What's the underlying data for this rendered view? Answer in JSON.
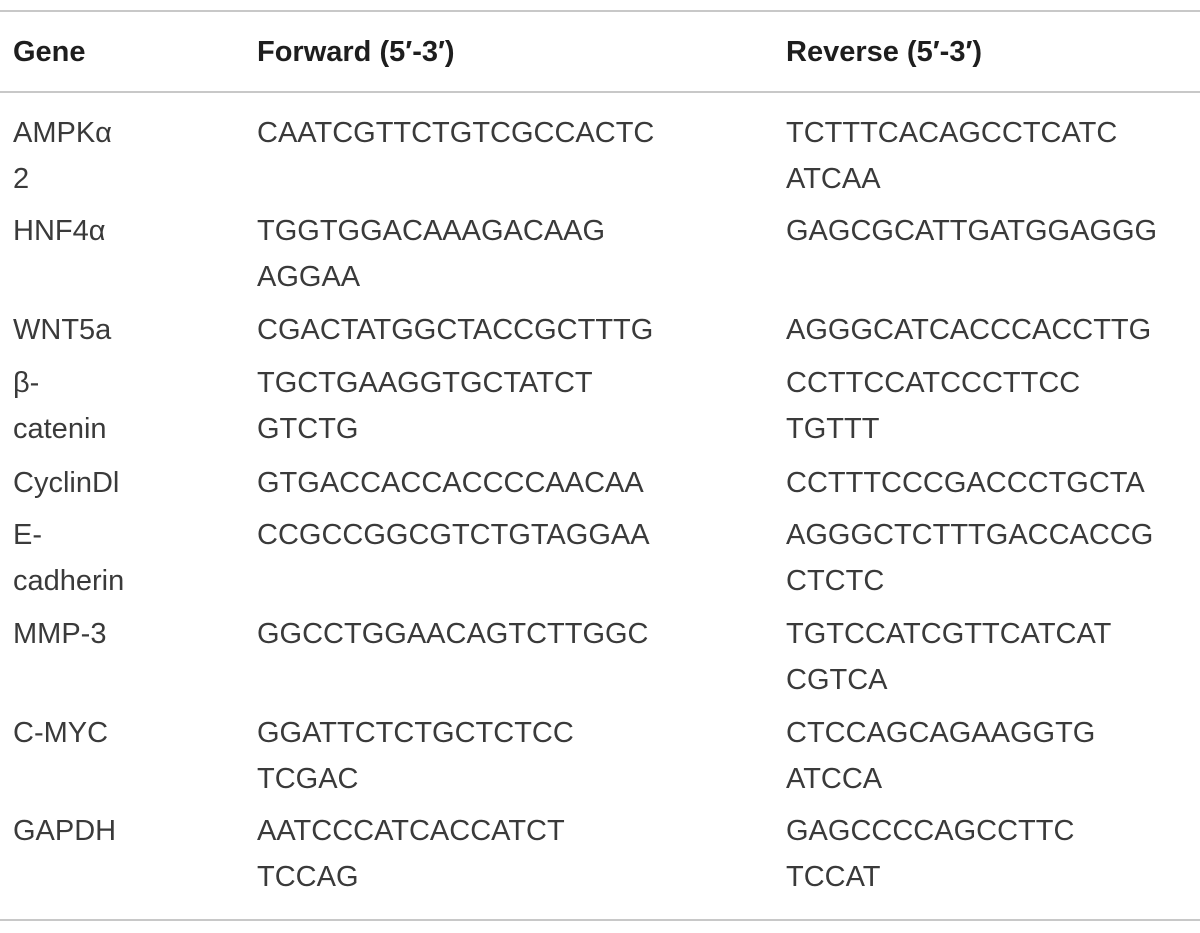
{
  "table": {
    "headers": {
      "gene": "Gene",
      "forward": "Forward (5′-3′)",
      "reverse": "Reverse (5′-3′)"
    },
    "rows": [
      {
        "gene": "AMPKα\n2",
        "forward": "CAATCGTTCTGTCGCCACTC",
        "reverse": "TCTTTCACAGCCTCATC\nATCAA"
      },
      {
        "gene": "HNF4α",
        "forward": "TGGTGGACAAAGACAAG\nAGGAA",
        "reverse": "GAGCGCATTGATGGAGGG"
      },
      {
        "gene": "WNT5a",
        "forward": "CGACTATGGCTACCGCTTTG",
        "reverse": "AGGGCATCACCCACCTTG"
      },
      {
        "gene": "β-\ncatenin",
        "forward": "TGCTGAAGGTGCTATCT\nGTCTG",
        "reverse": "CCTTCCATCCCTTCC\nTGTTT"
      },
      {
        "gene": "CyclinDl",
        "forward": "GTGACCACCACCCCAACAA",
        "reverse": "CCTTTCCCGACCCTGCTA"
      },
      {
        "gene": "E-\ncadherin",
        "forward": "CCGCCGGCGTCTGTAGGAA",
        "reverse": "AGGGCTCTTTGACCACCG\nCTCTC"
      },
      {
        "gene": "MMP-3",
        "forward": "GGCCTGGAACAGTCTTGGC",
        "reverse": "TGTCCATCGTTCATCAT\nCGTCA"
      },
      {
        "gene": "C-MYC",
        "forward": "GGATTCTCTGCTCTCC\nTCGAC",
        "reverse": "CTCCAGCAGAAGGTG\nATCCA"
      },
      {
        "gene": "GAPDH",
        "forward": "AATCCCATCACCATCT\nTCCAG",
        "reverse": "GAGCCCCAGCCTTC\nTCCAT"
      }
    ]
  }
}
